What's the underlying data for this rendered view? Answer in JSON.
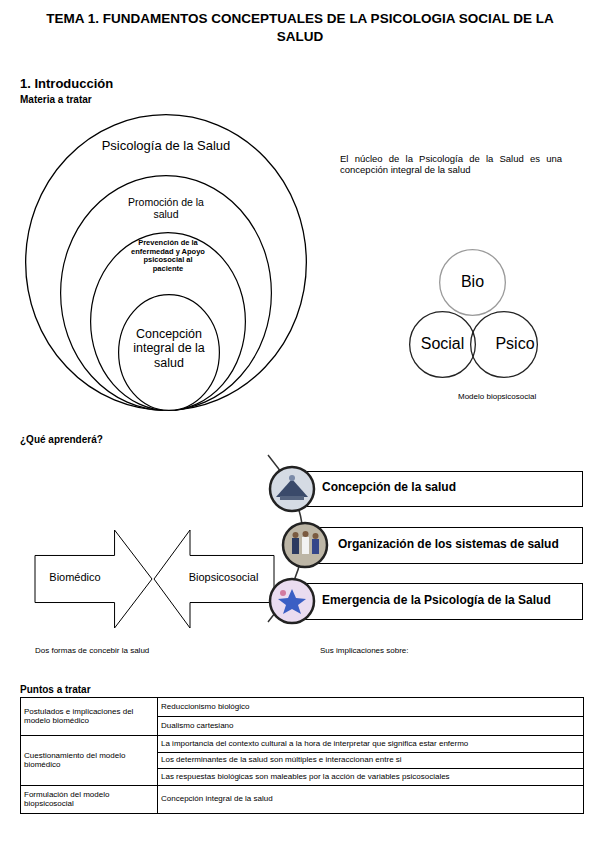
{
  "diagram": {
    "title": "TEMA 1. FUNDAMENTOS CONCEPTUALES DE LA PSICOLOGIA SOCIAL DE LA SALUD",
    "nodes": [
      {
        "text": [
          "Psicología de la Salud"
        ]
      },
      {
        "text": [
          "Promoción de la salud"
        ],
        "in": 0
      },
      {
        "text": [
          "Prevención de la enfermedad y Apoyo psicosocial al paciente"
        ],
        "in": 1
      },
      {
        "text": [
          "Concepción integral de la salud"
        ],
        "in": 2
      },
      {
        "text": [
          "Bio"
        ]
      },
      {
        "text": [
          "Social"
        ]
      },
      {
        "text": [
          "Psico"
        ]
      },
      {
        "text": [
          "Biomédico"
        ]
      },
      {
        "text": [
          "Biopsicosocial"
        ]
      },
      {
        "text": [
          "Concepción de la salud"
        ]
      },
      {
        "text": [
          "Organización de los sistemas de salud"
        ]
      },
      {
        "text": [
          "Emergencia de la Psicología de la Salud"
        ]
      }
    ],
    "labels": [
      "1. Introducción",
      "Materia a tratar",
      "El núcleo de la Psicología de la Salud es una concepción integral de la salud",
      "Modelo biopsicosocial",
      "¿Qué aprenderá?",
      "Dos formas de concebir la salud",
      "Sus implicaciones sobre:",
      "Puntos a tratar",
      "Postulados e implicaciones del modelo biomédico",
      "Reduccionismo biológico",
      "Dualismo cartesiano",
      "Cuestionamiento del modelo biomédico",
      "La importancia del contexto cultural a la hora de interpretar que significa estar enfermo",
      "Los determinantes de la salud son múltiples e interaccionan entre si",
      "Las respuestas biológicas son maleables por la acción de variables psicosociales",
      "Formulación del modelo biopsicosocial",
      "Concepción integral de la salud"
    ]
  }
}
